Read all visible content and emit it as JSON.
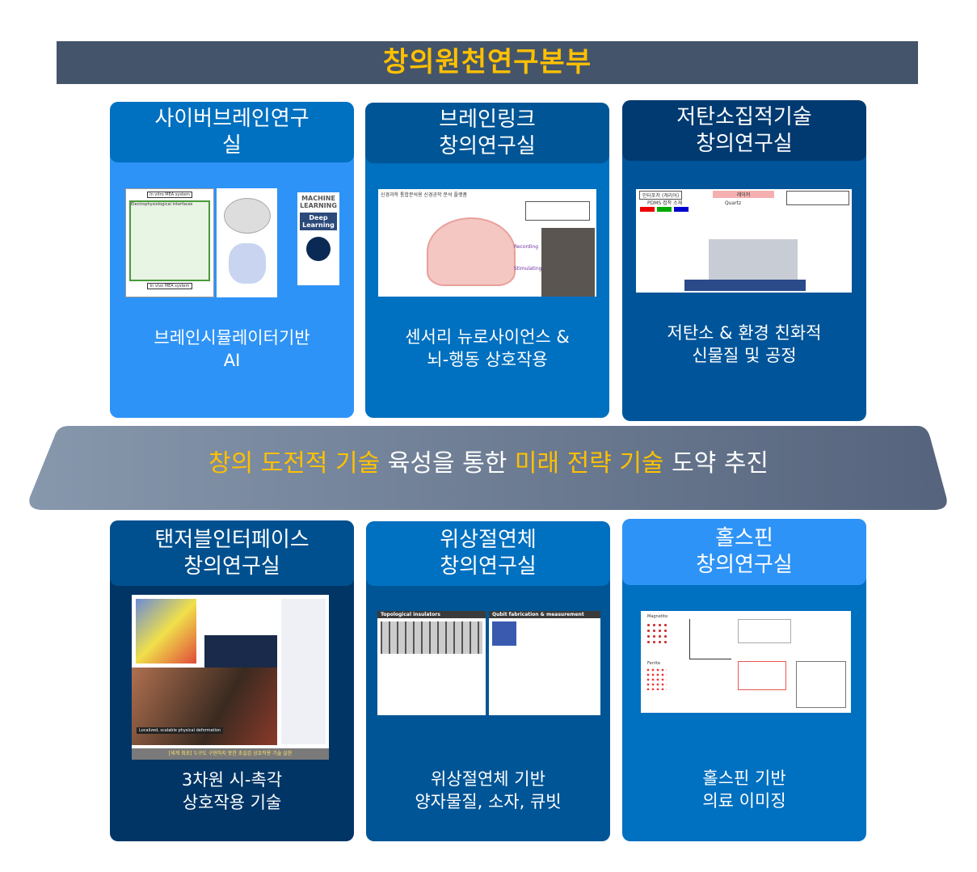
{
  "title": "창의원천연구본부",
  "banner": {
    "parts": [
      {
        "text": "창의 도전적 기술",
        "highlight": true
      },
      {
        "text": " 육성을 통한 ",
        "highlight": false
      },
      {
        "text": "미래 전략 기술",
        "highlight": true
      },
      {
        "text": " 도약 추진",
        "highlight": false
      }
    ]
  },
  "labs": [
    {
      "name_line1": "사이버브레인연구",
      "name_line2": "실",
      "caption_line1": "브레인시뮬레이터기반",
      "caption_line2": "AI",
      "image_labels": [
        "In vitro MEA system",
        "Electrophysiological interfaces",
        "In vivo MEA system",
        "MACHINE LEARNING",
        "Deep Learning"
      ]
    },
    {
      "name_line1": "브레인링크",
      "name_line2": "창의연구실",
      "caption_line1": "센서리 뉴로사이언스 &",
      "caption_line2": "뇌-행동 상호작용",
      "image_labels": [
        "신경과학 통합분석용 신경공학 분석 플랫폼",
        "Recording",
        "Stimulating"
      ]
    },
    {
      "name_line1": "저탄소집적기술",
      "name_line2": "창의연구실",
      "caption_line1": "저탄소 & 환경 친화적",
      "caption_line2": "신물질 및 공정",
      "image_labels": [
        "인터포저 (캐리어)",
        "PDMS 접착 소재",
        "Quartz",
        "레이저"
      ]
    },
    {
      "name_line1": "탠저블인터페이스",
      "name_line2": "창의연구실",
      "caption_line1": "3차원 시-촉각",
      "caption_line2": "상호작용 기술",
      "image_labels": [
        "Localized, scalable physical deformation",
        "[세계 최초] 누구도 구현하지 못한 초실감 상호작용 기술 실현"
      ]
    },
    {
      "name_line1": "위상절연체",
      "name_line2": "창의연구실",
      "caption_line1": "위상절연체 기반",
      "caption_line2": "양자물질, 소자, 큐빗",
      "image_labels": [
        "Topological insulators",
        "Qubit fabrication & measurement"
      ]
    },
    {
      "name_line1": "홀스핀",
      "name_line2": "창의연구실",
      "caption_line1": "홀스핀 기반",
      "caption_line2": "의료 이미징",
      "image_labels": [
        "Magnetite",
        "Ferrite"
      ]
    }
  ],
  "colors": {
    "title_bg": "#44546a",
    "accent": "#ffc000"
  }
}
